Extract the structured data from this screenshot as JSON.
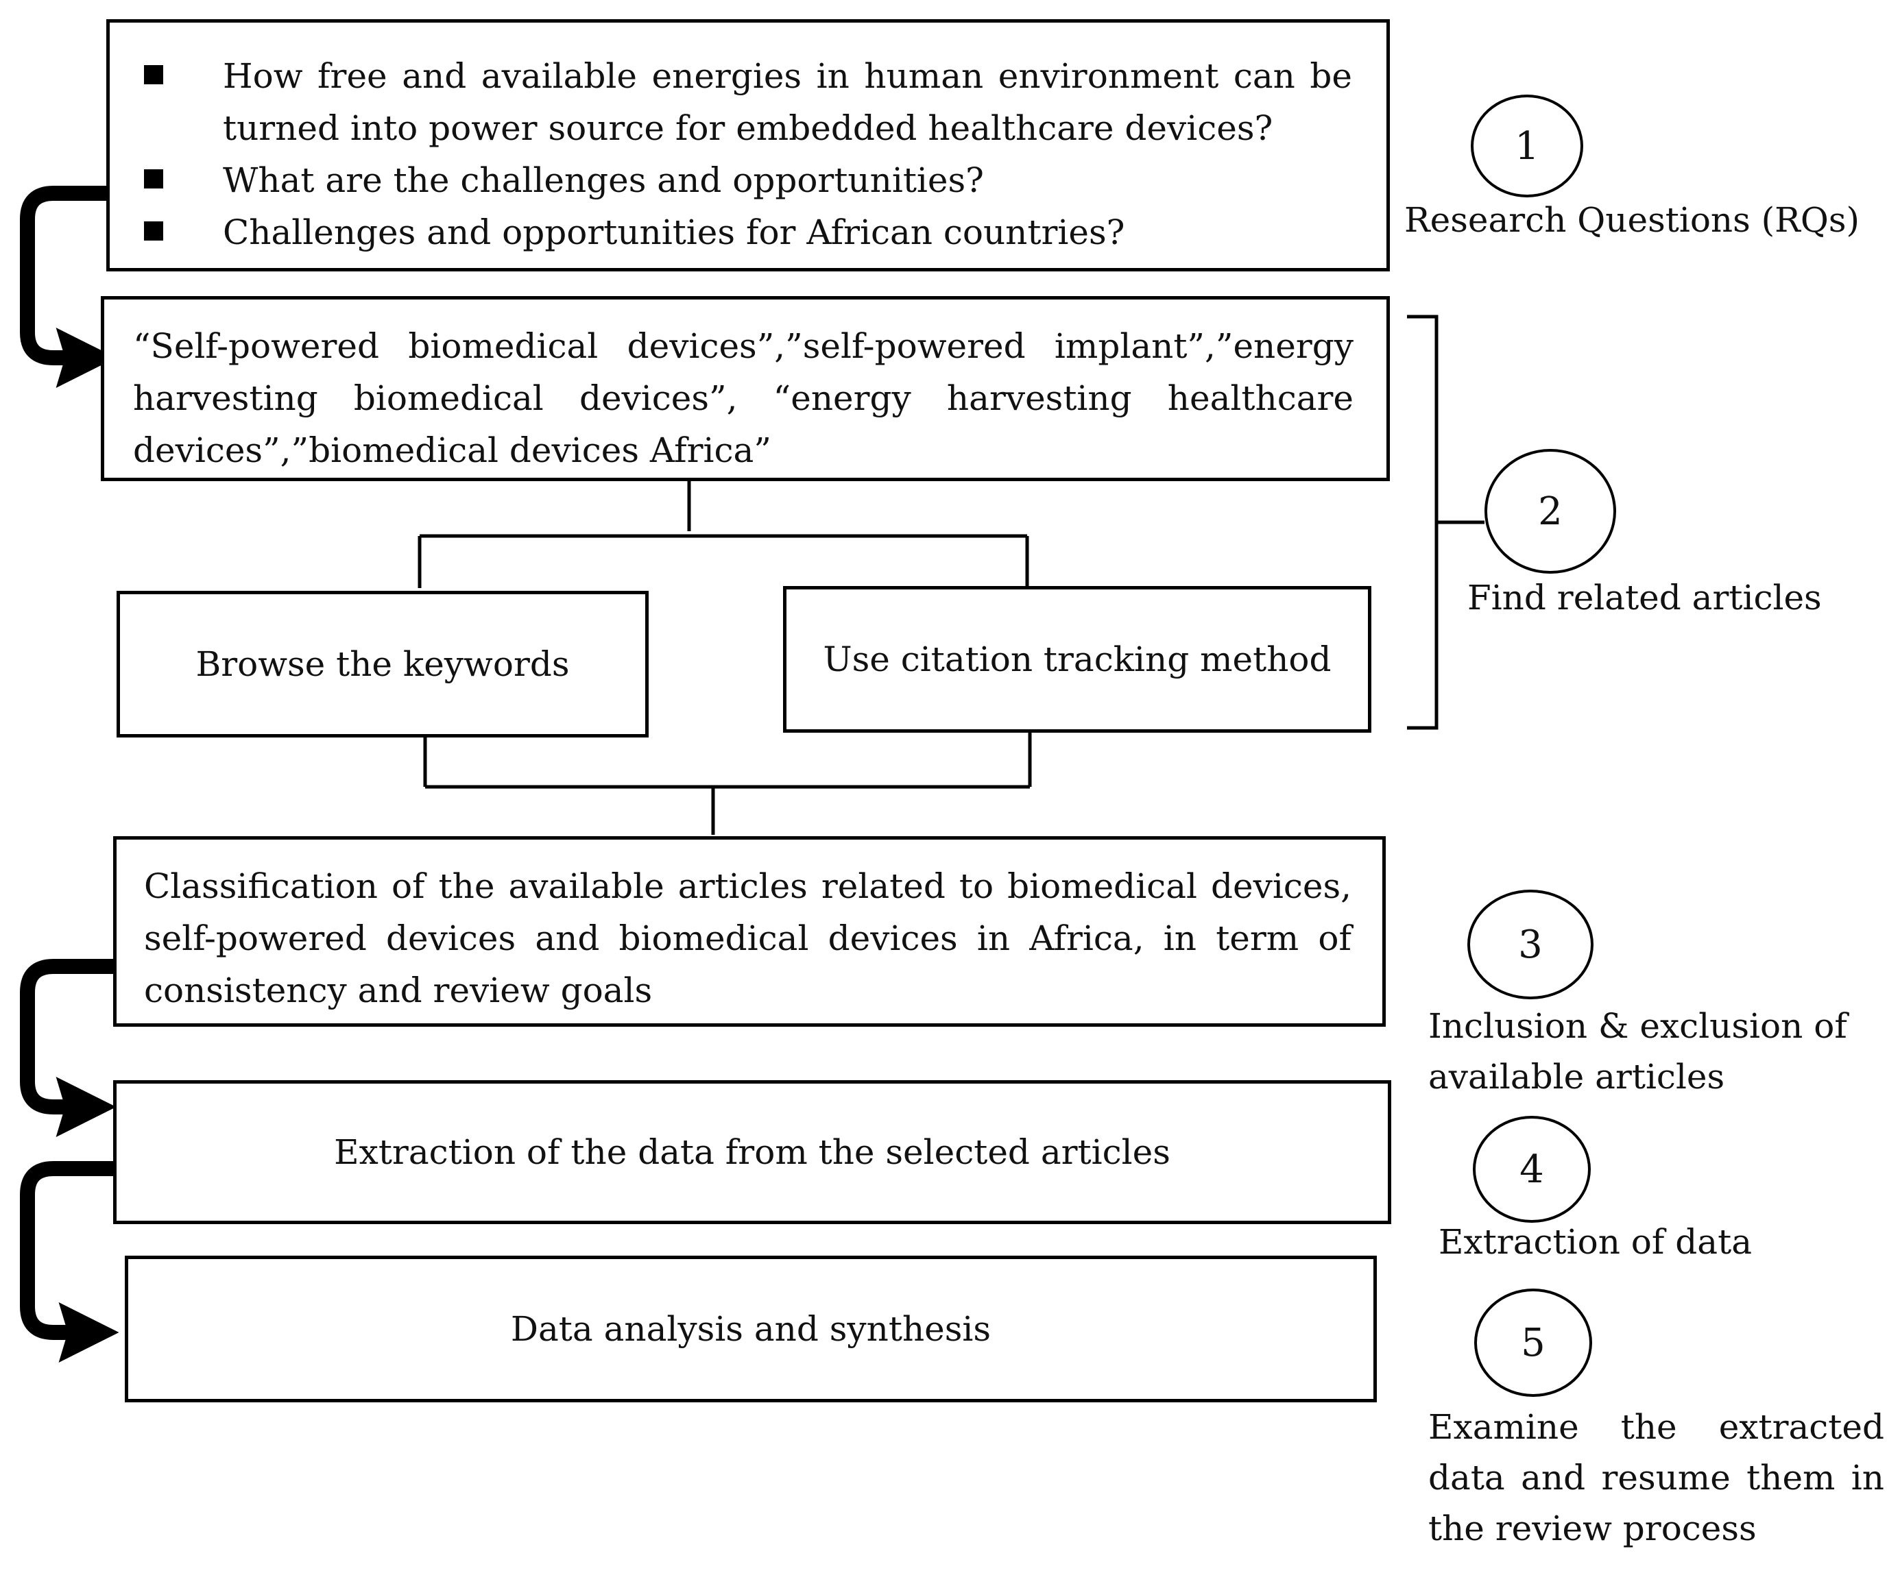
{
  "research_questions": {
    "items": [
      "How free and available energies in human environment can be turned into power source for embedded healthcare devices?",
      "What are the challenges and opportunities?",
      "Challenges and opportunities for African countries?"
    ]
  },
  "keywords_box": {
    "text": "“Self-powered biomedical devices”,”self-powered implant”,”energy harvesting biomedical devices”, “energy harvesting healthcare devices”,”biomedical devices Africa”"
  },
  "browse_box": {
    "text": "Browse the keywords"
  },
  "citation_box": {
    "text": "Use citation tracking method"
  },
  "classification_box": {
    "text": "Classification of the available articles related to biomedical devices, self-powered devices and biomedical devices in Africa, in term of consistency and review goals"
  },
  "extraction_box": {
    "text": "Extraction of the data from the selected articles"
  },
  "analysis_box": {
    "text": "Data analysis and synthesis"
  },
  "steps": [
    {
      "number": "1",
      "label": "Research Questions (RQs)"
    },
    {
      "number": "2",
      "label": "Find related articles"
    },
    {
      "number": "3",
      "label": "Inclusion & exclusion of available articles"
    },
    {
      "number": "4",
      "label": "Extraction of data"
    },
    {
      "number": "5",
      "label": "Examine the extracted data and resume them in the review process"
    }
  ]
}
